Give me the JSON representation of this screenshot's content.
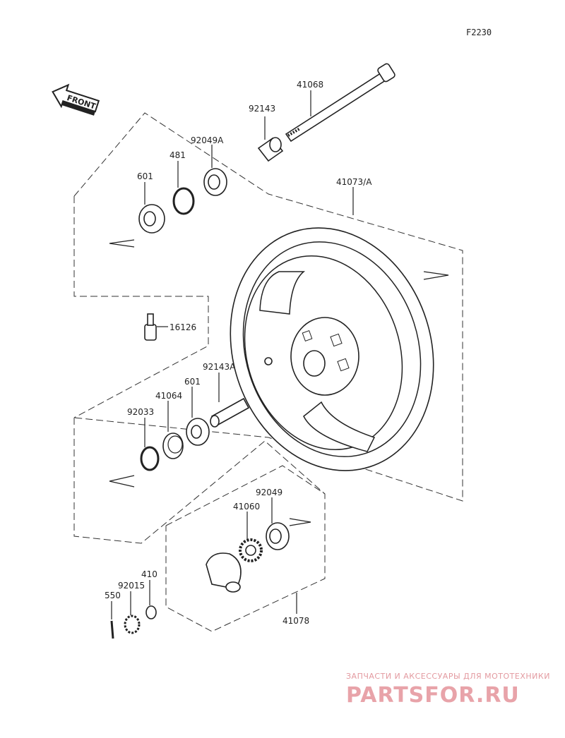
{
  "diagram_code": "F2230",
  "front_label": "FRONT",
  "parts": {
    "p41068": "41068",
    "p92143": "92143",
    "p92049A": "92049A",
    "p481": "481",
    "p601_top": "601",
    "p41073A": "41073/A",
    "p16126": "16126",
    "p92143A": "92143A",
    "p601_mid": "601",
    "p41064": "41064",
    "p92033": "92033",
    "p92049": "92049",
    "p41060": "41060",
    "p410": "410",
    "p92015": "92015",
    "p550": "550",
    "p41078": "41078"
  },
  "watermark": {
    "tagline": "ЗАПЧАСТИ И АКСЕССУАРЫ ДЛЯ МОТОТЕХНИКИ",
    "logo": "PARTSFOR.RU"
  }
}
